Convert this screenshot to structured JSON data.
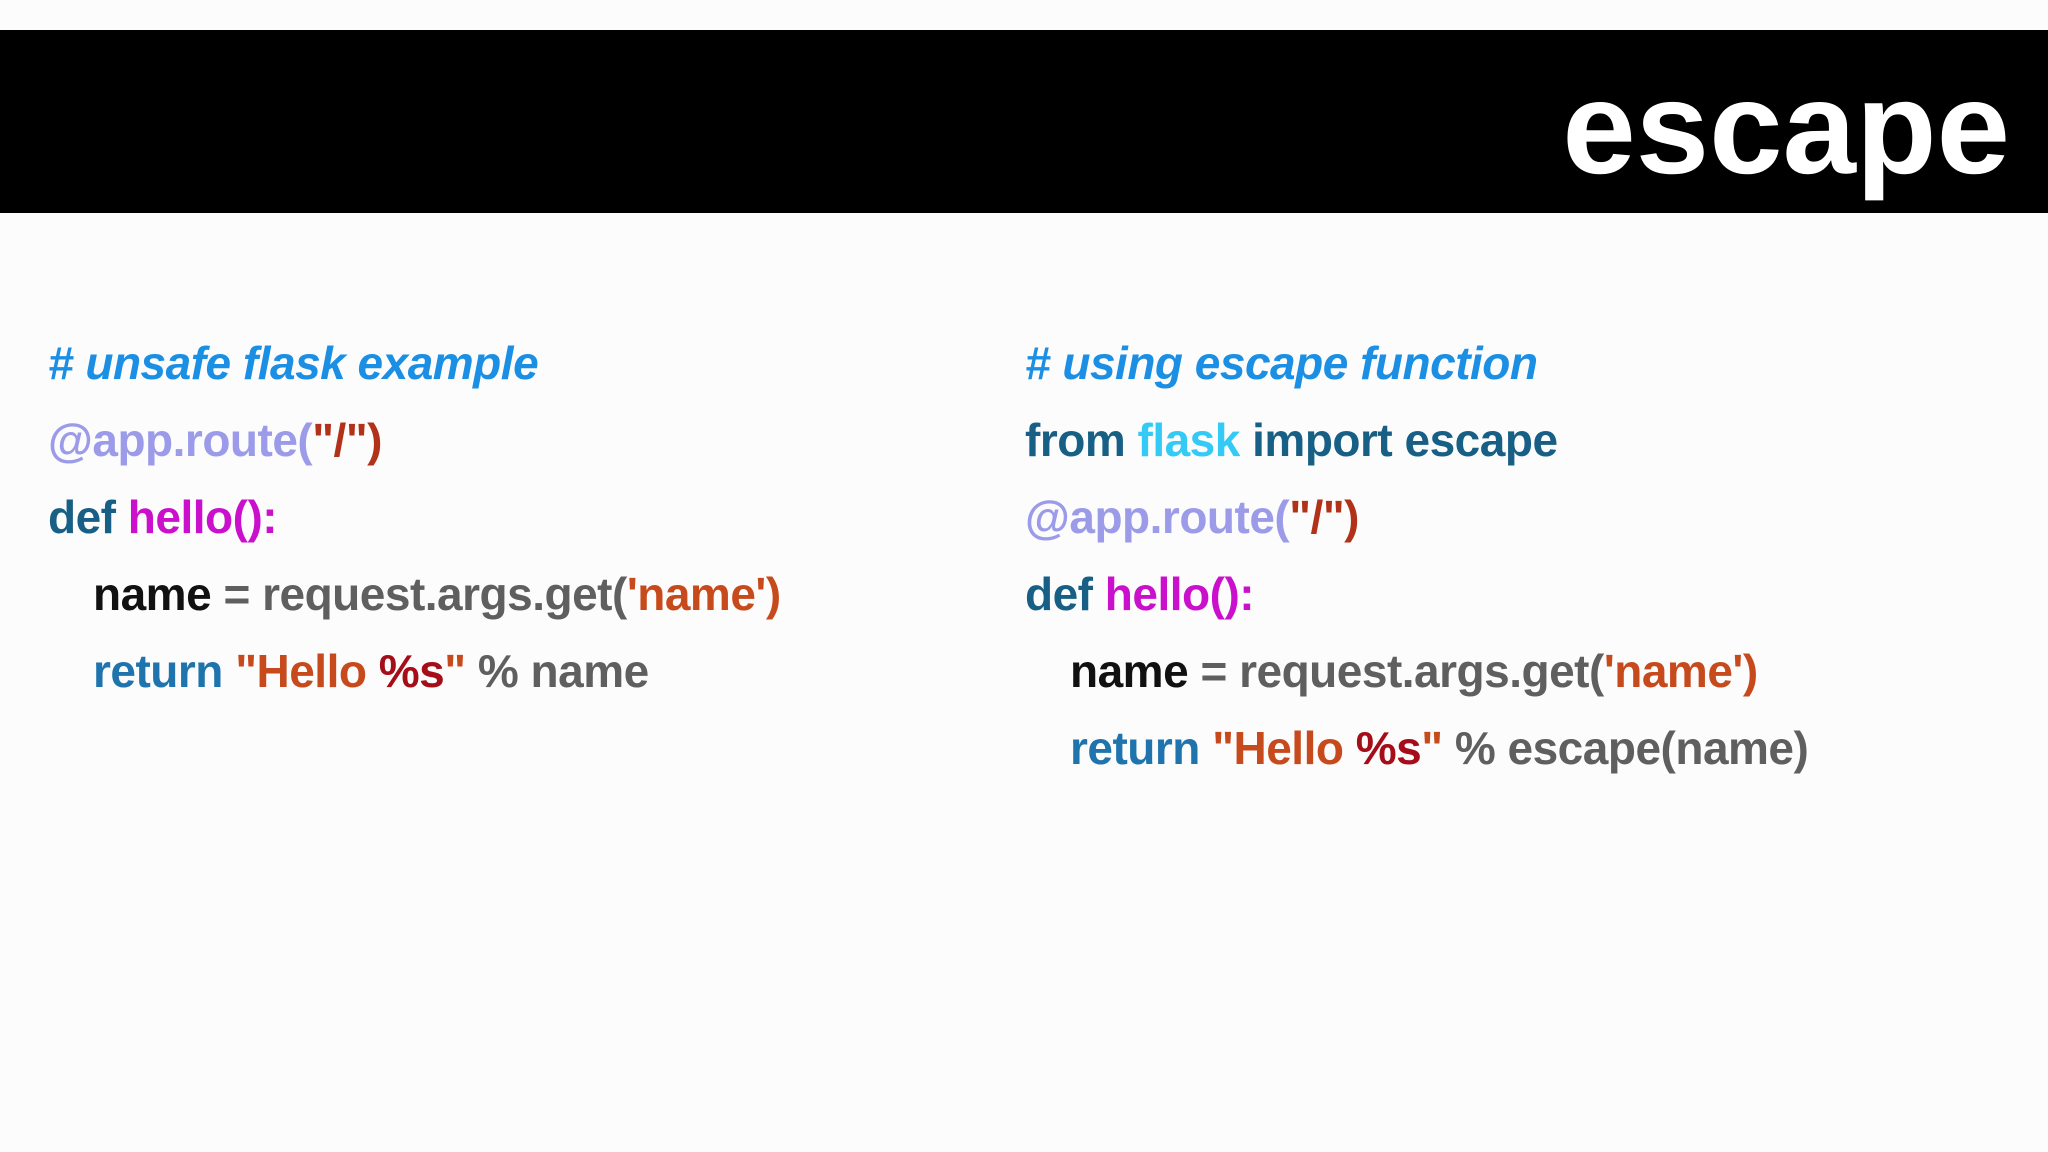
{
  "slide": {
    "title": "escape",
    "background_color": "#fcfcfc",
    "bar_color": "#000000",
    "title_color": "#ffffff"
  },
  "palette": {
    "comment": "#1b8fe4",
    "decorator": "#9b9be9",
    "string_brick": "#b23119",
    "keyword": "#175f85",
    "keyword_return": "#1f74ad",
    "function": "#cb10cd",
    "plain": "#111111",
    "operator": "#5f5f5f",
    "string_orange": "#c74a1c",
    "string_darkred": "#a50d19",
    "module_cyan": "#33cbf5"
  },
  "code_blocks": [
    {
      "name": "unsafe-flask-example",
      "lines": [
        {
          "indent": false,
          "segments": [
            {
              "text": "# unsafe flask example",
              "style": "comment",
              "italic": true
            }
          ]
        },
        {
          "indent": false,
          "segments": [
            {
              "text": "@app.route(",
              "style": "decorator"
            },
            {
              "text": "\"/\")",
              "style": "string_brick"
            }
          ]
        },
        {
          "indent": false,
          "segments": [
            {
              "text": "def ",
              "style": "keyword"
            },
            {
              "text": "hello():",
              "style": "function"
            }
          ]
        },
        {
          "indent": true,
          "segments": [
            {
              "text": "name",
              "style": "plain"
            },
            {
              "text": " = request.args.get(",
              "style": "operator"
            },
            {
              "text": "'name')",
              "style": "string_orange"
            }
          ]
        },
        {
          "indent": true,
          "segments": [
            {
              "text": "return ",
              "style": "keyword_return"
            },
            {
              "text": "\"Hello ",
              "style": "string_orange"
            },
            {
              "text": "%s",
              "style": "string_darkred"
            },
            {
              "text": "\"",
              "style": "string_orange"
            },
            {
              "text": " % name",
              "style": "operator"
            }
          ]
        }
      ]
    },
    {
      "name": "escape-function-example",
      "lines": [
        {
          "indent": false,
          "segments": [
            {
              "text": "# using escape function",
              "style": "comment",
              "italic": true
            }
          ]
        },
        {
          "indent": false,
          "segments": [
            {
              "text": "from ",
              "style": "keyword"
            },
            {
              "text": "flask",
              "style": "module_cyan"
            },
            {
              "text": " import escape",
              "style": "keyword"
            }
          ]
        },
        {
          "indent": false,
          "segments": [
            {
              "text": "@app.route(",
              "style": "decorator"
            },
            {
              "text": "\"/\")",
              "style": "string_brick"
            }
          ]
        },
        {
          "indent": false,
          "segments": [
            {
              "text": "def ",
              "style": "keyword"
            },
            {
              "text": "hello():",
              "style": "function"
            }
          ]
        },
        {
          "indent": true,
          "segments": [
            {
              "text": "name",
              "style": "plain"
            },
            {
              "text": " = request.args.get(",
              "style": "operator"
            },
            {
              "text": "'name')",
              "style": "string_orange"
            }
          ]
        },
        {
          "indent": true,
          "segments": [
            {
              "text": "return ",
              "style": "keyword_return"
            },
            {
              "text": "\"Hello ",
              "style": "string_orange"
            },
            {
              "text": "%s",
              "style": "string_darkred"
            },
            {
              "text": "\"",
              "style": "string_orange"
            },
            {
              "text": " % escape(name)",
              "style": "operator"
            }
          ]
        }
      ]
    }
  ]
}
